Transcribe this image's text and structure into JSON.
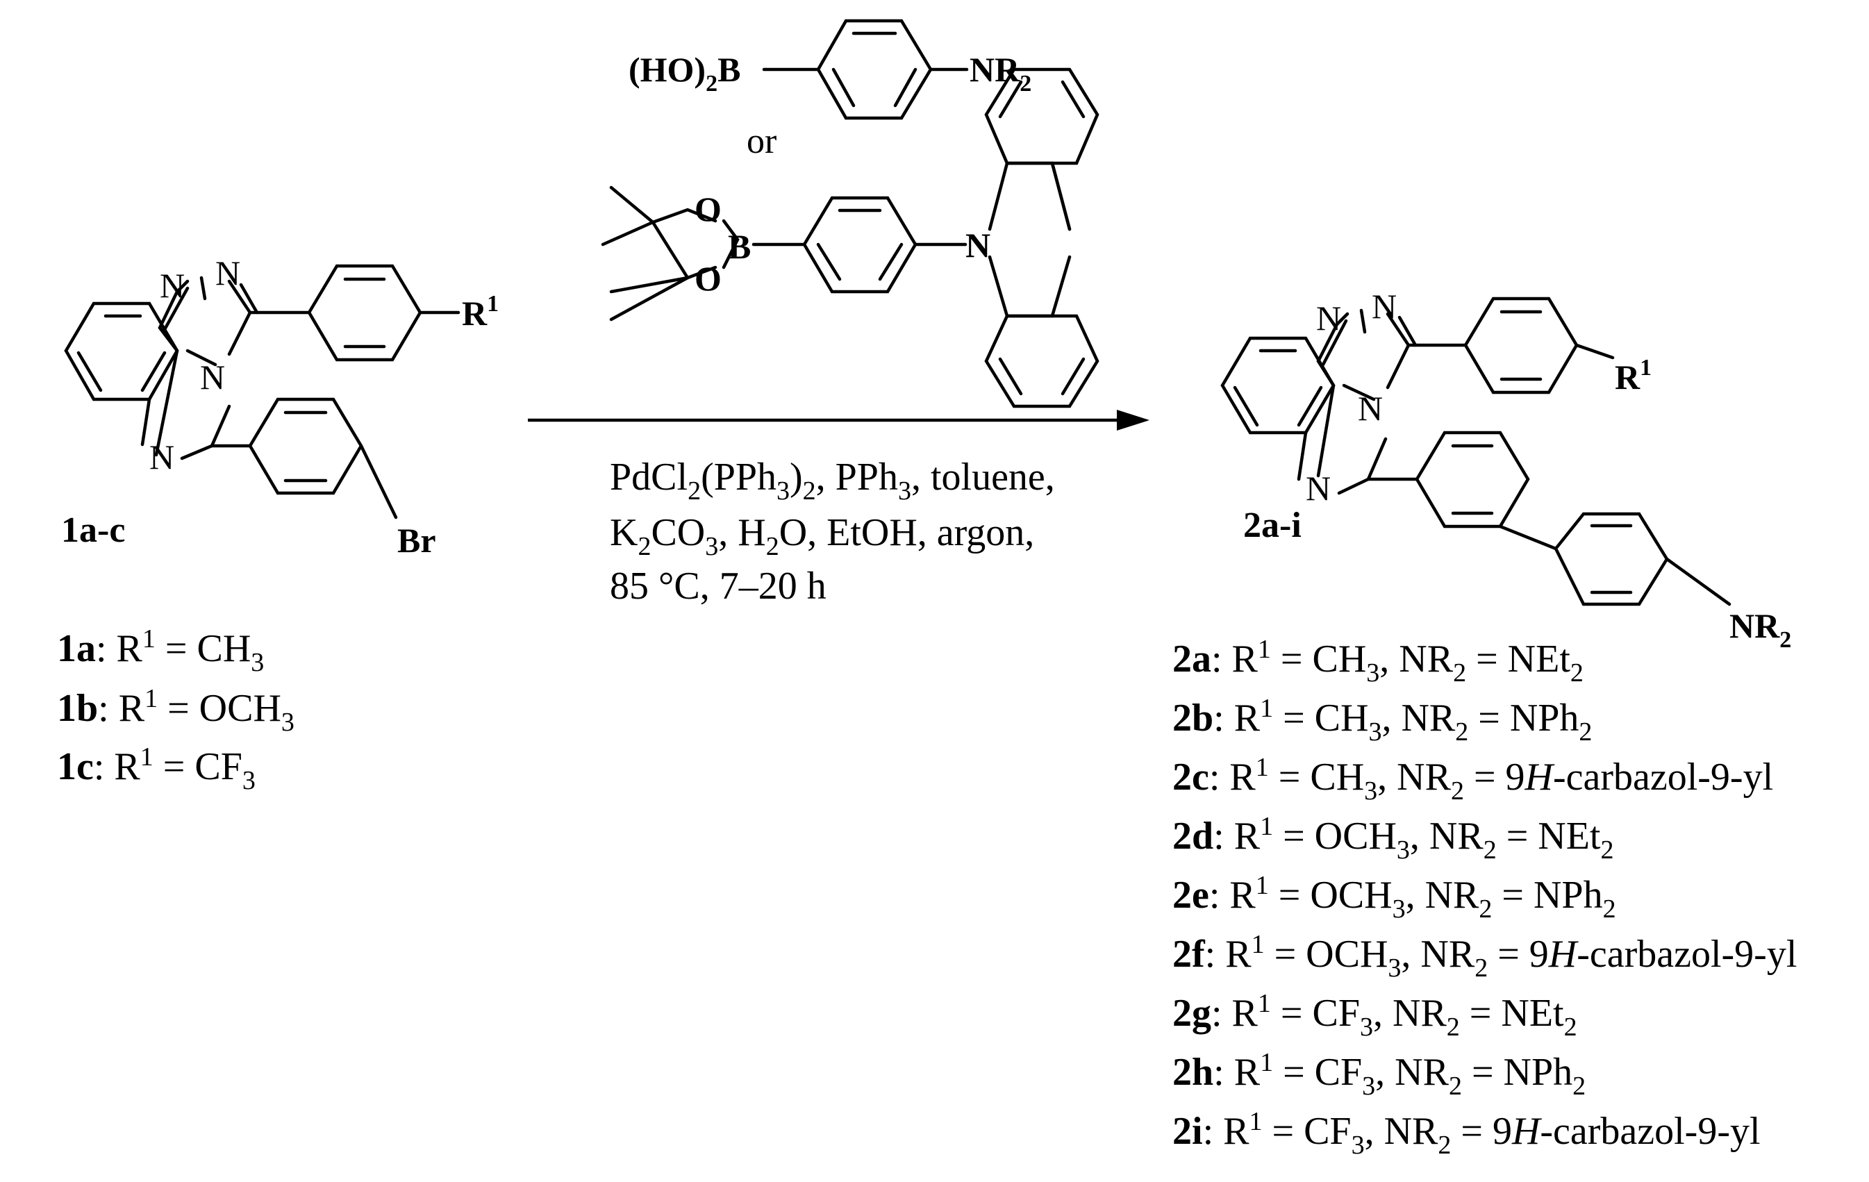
{
  "scheme": {
    "reagent_boronic": {
      "left": "(HO)",
      "sub": "2",
      "b": "B",
      "right": "NR",
      "right_sub": "2"
    },
    "or_text": "or",
    "reagent_pinacol": {
      "o1": "O",
      "o2": "O",
      "b": "B",
      "n": "N"
    },
    "conditions": [
      {
        "parts": [
          {
            "t": "PdCl"
          },
          {
            "t": "2",
            "sub": true
          },
          {
            "t": "(PPh"
          },
          {
            "t": "3",
            "sub": true
          },
          {
            "t": ")"
          },
          {
            "t": "2",
            "sub": true
          },
          {
            "t": ", PPh"
          },
          {
            "t": "3",
            "sub": true
          },
          {
            "t": ", toluene,"
          }
        ]
      },
      {
        "parts": [
          {
            "t": "K"
          },
          {
            "t": "2",
            "sub": true
          },
          {
            "t": "CO"
          },
          {
            "t": "3",
            "sub": true
          },
          {
            "t": ", H"
          },
          {
            "t": "2",
            "sub": true
          },
          {
            "t": "O, EtOH, argon,"
          }
        ]
      },
      {
        "parts": [
          {
            "t": "85 °C, 7–20 h"
          }
        ]
      }
    ],
    "reactant": {
      "label": "1a-c",
      "n_triazole_1": "N",
      "n_triazole_2": "N",
      "n_bridge": "N",
      "n_ring": "N",
      "r1": "R",
      "r1_sup": "1",
      "br": "Br"
    },
    "product": {
      "label": "2a-i",
      "n_triazole_1": "N",
      "n_triazole_2": "N",
      "n_bridge": "N",
      "n_ring": "N",
      "r1": "R",
      "r1_sup": "1",
      "nr2": "NR",
      "nr2_sub": "2"
    },
    "reactant_list": [
      {
        "id": "1a",
        "parts": [
          {
            "t": ": R"
          },
          {
            "t": "1",
            "sup": true
          },
          {
            "t": " = CH"
          },
          {
            "t": "3",
            "sub": true
          }
        ]
      },
      {
        "id": "1b",
        "parts": [
          {
            "t": ": R"
          },
          {
            "t": "1",
            "sup": true
          },
          {
            "t": " = OCH"
          },
          {
            "t": "3",
            "sub": true
          }
        ]
      },
      {
        "id": "1c",
        "parts": [
          {
            "t": ": R"
          },
          {
            "t": "1",
            "sup": true
          },
          {
            "t": " = CF"
          },
          {
            "t": "3",
            "sub": true
          }
        ]
      }
    ],
    "product_list": [
      {
        "id": "2a",
        "parts": [
          {
            "t": ": R"
          },
          {
            "t": "1",
            "sup": true
          },
          {
            "t": " = CH"
          },
          {
            "t": "3",
            "sub": true
          },
          {
            "t": ", NR"
          },
          {
            "t": "2",
            "sub": true
          },
          {
            "t": " = NEt"
          },
          {
            "t": "2",
            "sub": true
          }
        ]
      },
      {
        "id": "2b",
        "parts": [
          {
            "t": ": R"
          },
          {
            "t": "1",
            "sup": true
          },
          {
            "t": " = CH"
          },
          {
            "t": "3",
            "sub": true
          },
          {
            "t": ", NR"
          },
          {
            "t": "2",
            "sub": true
          },
          {
            "t": " = NPh"
          },
          {
            "t": "2",
            "sub": true
          }
        ]
      },
      {
        "id": "2c",
        "parts": [
          {
            "t": ": R"
          },
          {
            "t": "1",
            "sup": true
          },
          {
            "t": " = CH"
          },
          {
            "t": "3",
            "sub": true
          },
          {
            "t": ",  NR"
          },
          {
            "t": "2",
            "sub": true
          },
          {
            "t": " = 9"
          },
          {
            "t": "H",
            "it": true
          },
          {
            "t": "-carbazol-9-yl"
          }
        ]
      },
      {
        "id": "2d",
        "parts": [
          {
            "t": ": R"
          },
          {
            "t": "1",
            "sup": true
          },
          {
            "t": " = OCH"
          },
          {
            "t": "3",
            "sub": true
          },
          {
            "t": ", NR"
          },
          {
            "t": "2",
            "sub": true
          },
          {
            "t": " = NEt"
          },
          {
            "t": "2",
            "sub": true
          }
        ]
      },
      {
        "id": "2e",
        "parts": [
          {
            "t": ": R"
          },
          {
            "t": "1",
            "sup": true
          },
          {
            "t": " = OCH"
          },
          {
            "t": "3",
            "sub": true
          },
          {
            "t": ", NR"
          },
          {
            "t": "2",
            "sub": true
          },
          {
            "t": " = NPh"
          },
          {
            "t": "2",
            "sub": true
          }
        ]
      },
      {
        "id": "2f",
        "parts": [
          {
            "t": ": R"
          },
          {
            "t": "1",
            "sup": true
          },
          {
            "t": " = OCH"
          },
          {
            "t": "3",
            "sub": true
          },
          {
            "t": ",  NR"
          },
          {
            "t": "2",
            "sub": true
          },
          {
            "t": " = 9"
          },
          {
            "t": "H",
            "it": true
          },
          {
            "t": "-carbazol-9-yl"
          }
        ]
      },
      {
        "id": "2g",
        "parts": [
          {
            "t": ": R"
          },
          {
            "t": "1",
            "sup": true
          },
          {
            "t": " = CF"
          },
          {
            "t": "3",
            "sub": true
          },
          {
            "t": ", NR"
          },
          {
            "t": "2",
            "sub": true
          },
          {
            "t": " = NEt"
          },
          {
            "t": "2",
            "sub": true
          }
        ]
      },
      {
        "id": "2h",
        "parts": [
          {
            "t": ": R"
          },
          {
            "t": "1",
            "sup": true
          },
          {
            "t": " = CF"
          },
          {
            "t": "3",
            "sub": true
          },
          {
            "t": ",  NR"
          },
          {
            "t": "2",
            "sub": true
          },
          {
            "t": " = NPh"
          },
          {
            "t": "2",
            "sub": true
          }
        ]
      },
      {
        "id": "2i",
        "parts": [
          {
            "t": ": R"
          },
          {
            "t": "1",
            "sup": true
          },
          {
            "t": " = CF"
          },
          {
            "t": "3",
            "sub": true
          },
          {
            "t": ",  NR"
          },
          {
            "t": "2",
            "sub": true
          },
          {
            "t": " = 9"
          },
          {
            "t": "H",
            "it": true
          },
          {
            "t": "-carbazol-9-yl"
          }
        ]
      }
    ]
  }
}
